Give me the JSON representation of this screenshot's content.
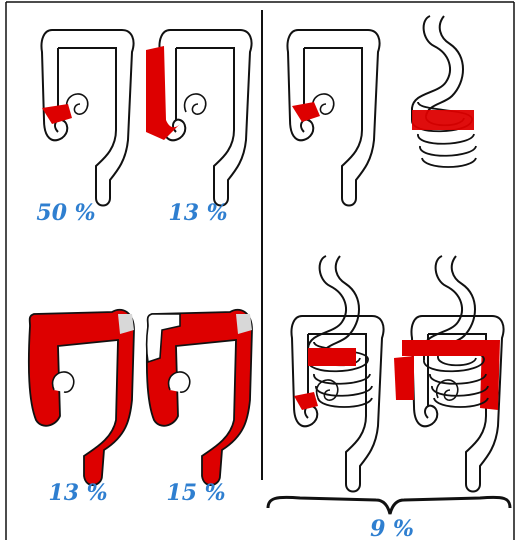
{
  "labels": {
    "top_left": "50 %",
    "top_mid": "13 %",
    "bottom_left": "13 %",
    "bottom_mid": "15 %",
    "bottom_right": "9 %"
  },
  "colors": {
    "highlight": "#dd0000",
    "outline": "#111111",
    "label": "#2f7fd0",
    "background": "#ffffff",
    "gut_fill": "#ffffff",
    "shade": "#d8d8d8"
  }
}
